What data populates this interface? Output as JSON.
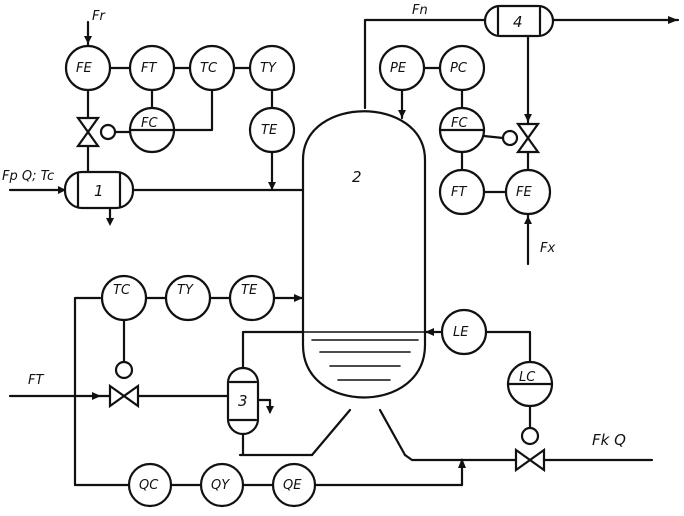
{
  "streams": {
    "feed_top": "Fr",
    "feed_left": "Fp Q; Tc",
    "vapor_top": "Fn",
    "reflux_right": "Fx",
    "heating": "FT",
    "bottom_product": "Fk Q"
  },
  "units": {
    "exchanger_1": "1",
    "column_2": "2",
    "exchanger_3": "3",
    "condenser_4": "4"
  },
  "instruments": {
    "fe_top": "FE",
    "ft_top": "FT",
    "tc_top": "TC",
    "ty_top": "TY",
    "te_top": "TE",
    "fc_top": "FC",
    "pe": "PE",
    "pc": "PC",
    "fc_right": "FC",
    "ft_right": "FT",
    "fe_right": "FE",
    "tc_mid": "TC",
    "ty_mid": "TY",
    "te_mid": "TE",
    "le": "LE",
    "lc": "LC",
    "qc": "QC",
    "qy": "QY",
    "qe": "QE"
  },
  "colors": {
    "line": "#111111",
    "background": "#ffffff"
  }
}
